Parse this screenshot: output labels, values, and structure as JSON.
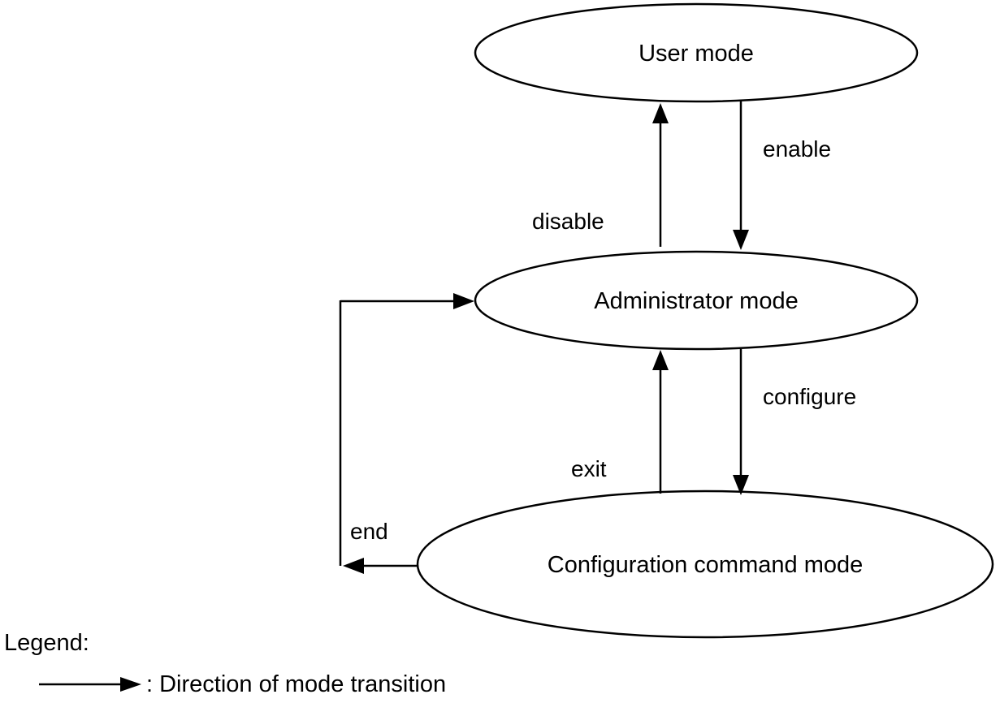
{
  "modes": {
    "user": "User mode",
    "administrator": "Administrator mode",
    "configuration": "Configuration command mode"
  },
  "transitions": {
    "enable": "enable",
    "disable": "disable",
    "configure": "configure",
    "exit": "exit",
    "end": "end"
  },
  "legend": {
    "title": "Legend:",
    "arrow_description": ": Direction of mode transition"
  },
  "colors": {
    "stroke": "#000000",
    "background": "#ffffff"
  }
}
